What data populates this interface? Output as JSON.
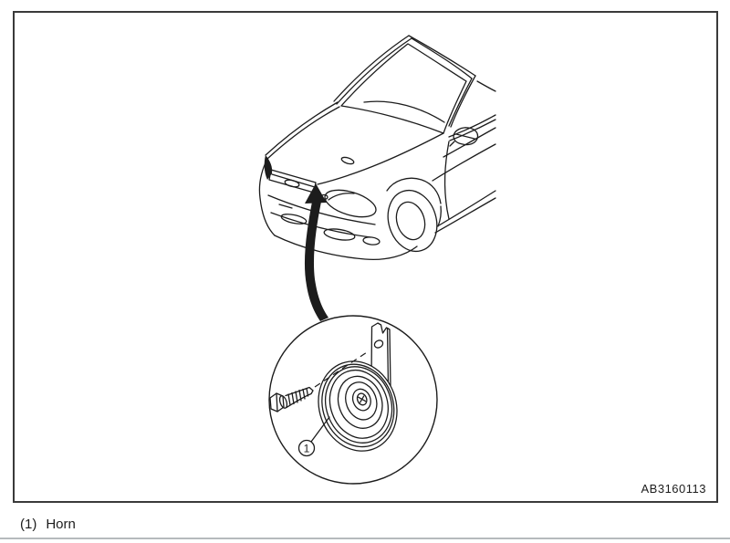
{
  "figure": {
    "caption": {
      "index": "(1)",
      "label": "Horn"
    },
    "reference_code": "AB3160113",
    "callout": {
      "number": "1"
    },
    "colors": {
      "line": "#1c1c1c",
      "frame_border": "#3a3a3a",
      "background": "#ffffff",
      "bottom_rule": "#b6babd"
    }
  }
}
